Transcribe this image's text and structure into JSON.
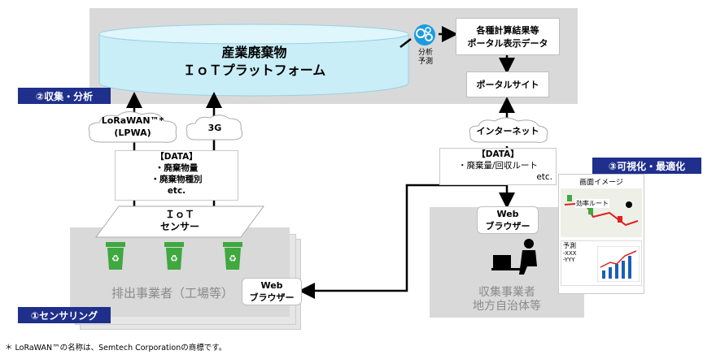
{
  "platform": {
    "title_line1": "産業廃棄物",
    "title_line2": "ＩｏＴプラットフォーム"
  },
  "analysis": {
    "line1": "分析",
    "line2": "予測"
  },
  "results_box": {
    "line1": "各種計算結果等",
    "line2": "ポータル表示データ"
  },
  "portal_box": "ポータルサイト",
  "labels": {
    "collect_analyze": "②収集・分析",
    "sensing": "①センサリング",
    "visualize": "③可視化・最適化"
  },
  "clouds": {
    "lorawan_line1": "LoRaWAN™*",
    "lorawan_line2": "(LPWA)",
    "g3": "3G",
    "internet": "インターネット"
  },
  "data_left": {
    "title": "【DATA】",
    "item1": "・廃棄物量",
    "item2": "・廃棄物種別",
    "item3": "etc."
  },
  "data_right": {
    "title": "【DATA】",
    "item1": "・廃棄量/回収ルート",
    "item2": "etc."
  },
  "sensor": {
    "line1": "ＩｏＴ",
    "line2": "センサー"
  },
  "left_site_label": "排出事業者（工場等）",
  "web_left": {
    "line1": "Web",
    "line2": "ブラウザー"
  },
  "web_right": {
    "line1": "Web",
    "line2": "ブラウザー"
  },
  "right_site_label_line1": "収集事業者",
  "right_site_label_line2": "地方自治体等",
  "screen_image": {
    "title": "画面イメージ",
    "route_label": "効率ルート",
    "forecast_title": "予測",
    "forecast_a": "-XXX",
    "forecast_b": "-YYY"
  },
  "footnote": "＊ LoRaWAN™の名称は、Semtech Corporationの商標です。",
  "colors": {
    "label_blue": "#1f2f8c",
    "cylinder_fill": "#c9eef8",
    "bin_green": "#3fa83f",
    "gray_bg": "#d9d9d9"
  }
}
